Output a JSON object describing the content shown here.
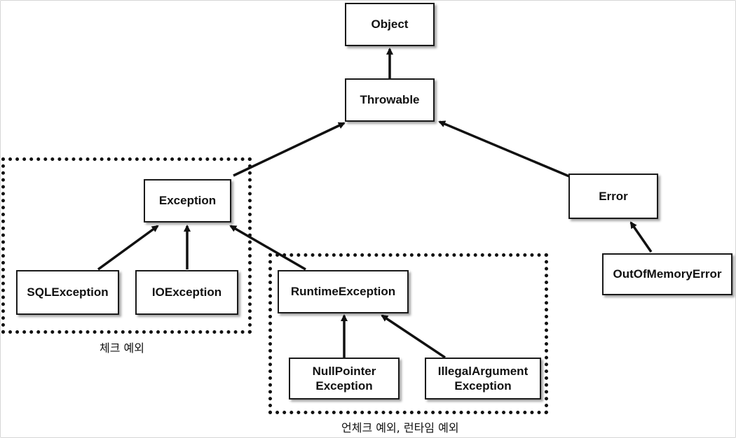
{
  "nodes": {
    "object": "Object",
    "throwable": "Throwable",
    "exception": "Exception",
    "error": "Error",
    "sql_exception": "SQLException",
    "io_exception": "IOException",
    "runtime_exception": "RuntimeException",
    "out_of_memory_error": "OutOfMemoryError",
    "null_pointer_exception": "NullPointer\nException",
    "illegal_argument_exception": "IllegalArgument\nException"
  },
  "groups": {
    "checked_label": "체크 예외",
    "unchecked_label": "언체크 예외, 런타임 예외"
  }
}
